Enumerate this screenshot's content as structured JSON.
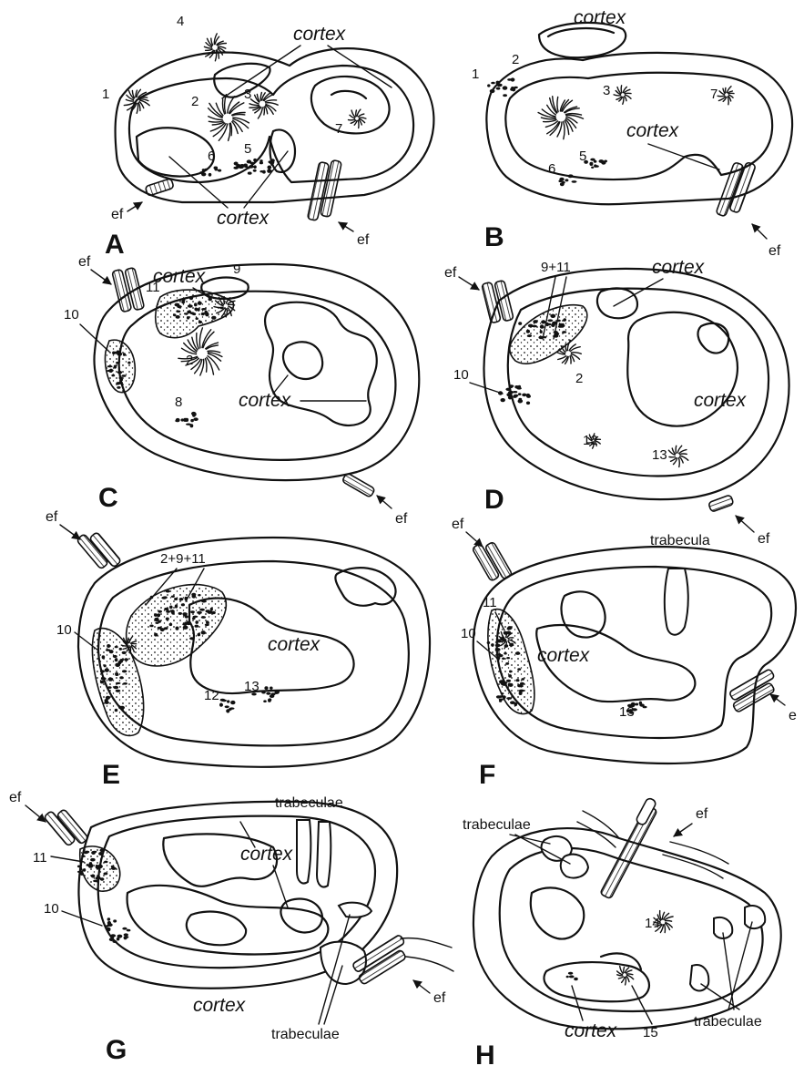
{
  "figure": {
    "panels": [
      {
        "id": "A",
        "letter": "A",
        "labels": {
          "cortex_top": "cortex",
          "cortex_bottom": "cortex",
          "ef1": "ef",
          "ef2": "ef",
          "n1": "1",
          "n2": "2",
          "n3": "3",
          "n4": "4",
          "n5": "5",
          "n6": "6",
          "n7": "7"
        }
      },
      {
        "id": "B",
        "letter": "B",
        "labels": {
          "cortex_top": "cortex",
          "cortex_mid": "cortex",
          "ef1": "ef",
          "n1": "1",
          "n2": "2",
          "n3": "3",
          "n5": "5",
          "n6": "6",
          "n7": "7"
        }
      },
      {
        "id": "C",
        "letter": "C",
        "labels": {
          "cortex_top": "cortex",
          "cortex_mid": "cortex",
          "ef1": "ef",
          "ef2": "ef",
          "n2": "2",
          "n8": "8",
          "n9": "9",
          "n10": "10",
          "n11": "11"
        }
      },
      {
        "id": "D",
        "letter": "D",
        "labels": {
          "cortex_top": "cortex",
          "cortex_mid": "cortex",
          "ef1": "ef",
          "ef2": "ef",
          "n2": "2",
          "n9_11": "9+11",
          "n10": "10",
          "n12": "12",
          "n13": "13"
        }
      },
      {
        "id": "E",
        "letter": "E",
        "labels": {
          "cortex_mid": "cortex",
          "ef1": "ef",
          "n2_9_11": "2+9+11",
          "n10": "10",
          "n12": "12",
          "n13": "13"
        }
      },
      {
        "id": "F",
        "letter": "F",
        "labels": {
          "cortex_mid": "cortex",
          "ef1": "ef",
          "ef2": "e",
          "trabecula": "trabecula",
          "n10": "10",
          "n11": "11",
          "n13": "13"
        }
      },
      {
        "id": "G",
        "letter": "G",
        "labels": {
          "cortex_top": "cortex",
          "cortex_bottom": "cortex",
          "ef1": "ef",
          "ef2": "ef",
          "trabeculae_top": "trabeculae",
          "trabeculae_bottom": "trabeculae",
          "n10": "10",
          "n11": "11"
        }
      },
      {
        "id": "H",
        "letter": "H",
        "labels": {
          "cortex_bottom": "cortex",
          "ef1": "ef",
          "trabeculae_left": "trabeculae",
          "trabeculae_right": "trabeculae",
          "n14": "14",
          "n15": "15"
        }
      }
    ]
  }
}
